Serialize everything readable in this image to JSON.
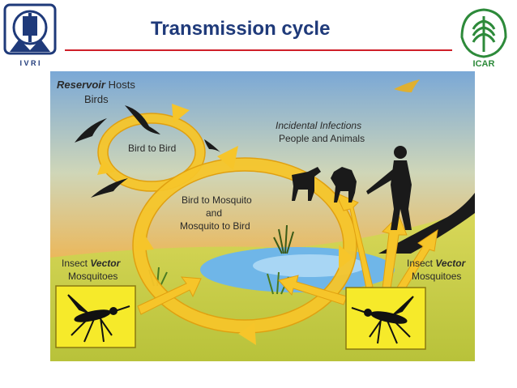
{
  "slide": {
    "title": "Transmission cycle"
  },
  "logos": {
    "left": {
      "text": "I V R I",
      "icon": "ivri-emblem-icon"
    },
    "right": {
      "text": "ICAR",
      "icon": "icar-wheat-emblem-icon"
    }
  },
  "diagram": {
    "reservoir": {
      "prefix": "Reservoir",
      "suffix": " Hosts",
      "line2": "Birds"
    },
    "bird_to_bird": "Bird to Bird",
    "incidental": {
      "line1": "Incidental Infections",
      "line2": "People and Animals"
    },
    "mosquito_cycle": {
      "line1": "Bird to Mosquito",
      "line2": "and",
      "line3": "Mosquito to Bird"
    },
    "vector_left": {
      "prefix": "Insect ",
      "emph": "Vector",
      "line2": "Mosquitoes"
    },
    "vector_right": {
      "prefix": "Insect ",
      "emph": "Vector",
      "line2": "Mosquitoes"
    },
    "colors": {
      "sky_top": "#7aa8d6",
      "sky_bottom": "#f0b24a",
      "ground": "#c8d048",
      "arrow": "#f6c52a",
      "arrow_edge": "#e0a010",
      "water": "#6fb6e8",
      "vector_box": "#f6ea2a"
    }
  }
}
